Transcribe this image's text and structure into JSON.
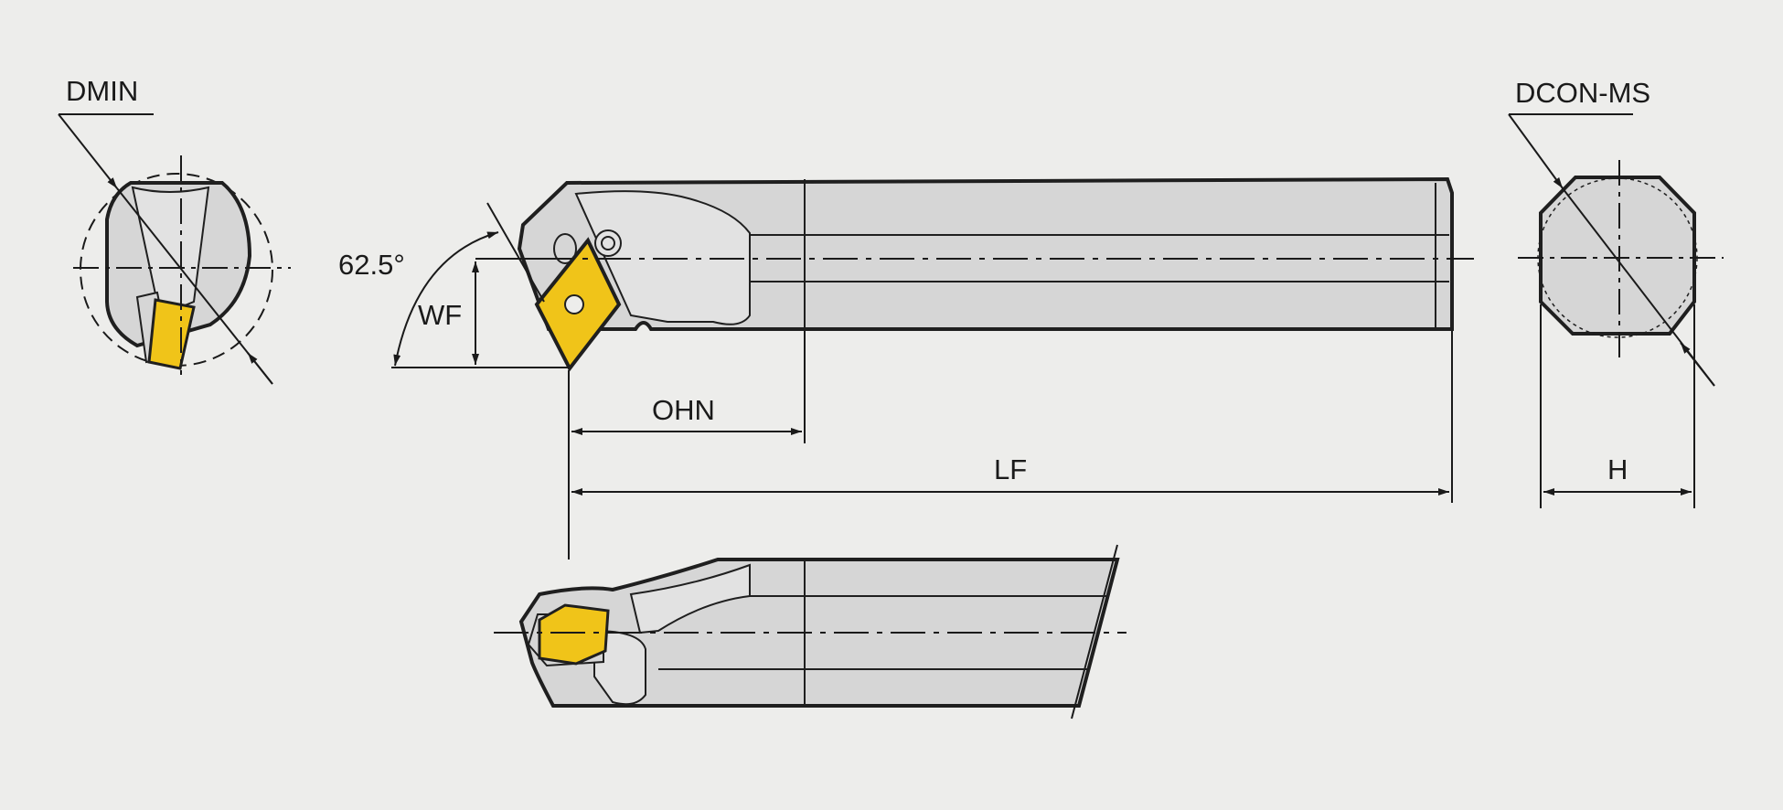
{
  "labels": {
    "dmin": "DMIN",
    "dcon_ms": "DCON-MS",
    "angle": "62.5°",
    "wf": "WF",
    "ohn": "OHN",
    "lf": "LF",
    "h": "H"
  },
  "colors": {
    "background": "#ededeb",
    "body": "#d6d6d6",
    "body_light": "#e2e2e2",
    "outline": "#1f1f1f",
    "insert": "#f0c419",
    "dim_line": "#1a1a1a"
  }
}
